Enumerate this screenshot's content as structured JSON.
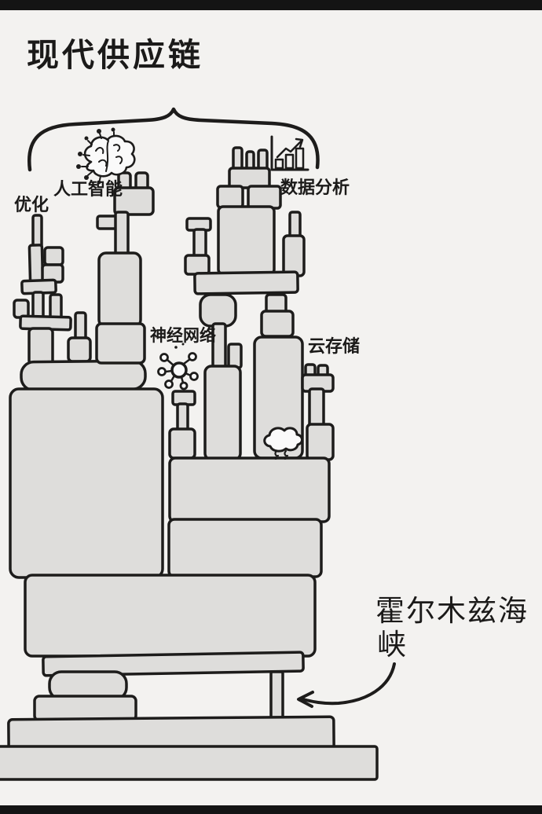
{
  "title": "现代供应链",
  "tower_labels": {
    "optimization": "优化",
    "artificial_intelligence": "人工智能",
    "data_analytics": "数据分析",
    "neural_network": "神经网络",
    "cloud_storage": "云存储"
  },
  "callout": {
    "line1": "霍尔木兹海",
    "line2": "峡"
  },
  "icons": [
    "brain-icon",
    "bar-chart-icon",
    "molecule-icon",
    "rain-cloud-icon",
    "curly-brace",
    "callout-arrow-icon"
  ],
  "colors": {
    "background": "#f3f2f0",
    "block_fill": "#dedddb",
    "outline": "#1d1c1b",
    "ink": "#1b1a19",
    "frame_bar": "#141414",
    "icon_fill": "#fafafa"
  }
}
